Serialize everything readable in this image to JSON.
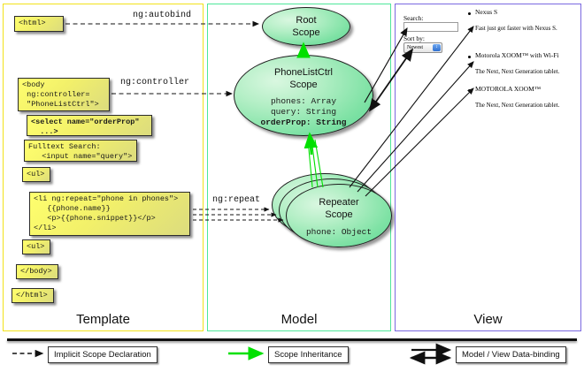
{
  "columns": {
    "template": {
      "title": "Template",
      "border_color": "#f2e21a"
    },
    "model": {
      "title": "Model",
      "border_color": "#4ee79a"
    },
    "view": {
      "title": "View",
      "border_color": "#7a68e0"
    }
  },
  "template": {
    "boxes": [
      {
        "name": "html-open-tag",
        "text": "<html>"
      },
      {
        "name": "body-controller",
        "text": "<body\n ng:controller=\n \"PhoneListCtrl\">"
      },
      {
        "name": "select-orderprop",
        "text": "<select name=\"orderProp\"\n  ...>"
      },
      {
        "name": "fulltext-search",
        "text": "Fulltext Search:\n   <input name=\"query\">"
      },
      {
        "name": "ul-open-tag",
        "text": "<ul>"
      },
      {
        "name": "li-ng-repeat",
        "text": "<li ng:repeat=\"phone in phones\">\n   {{phone.name}}\n   <p>{{phone.snippet}}</p>\n</li>"
      },
      {
        "name": "ul-close-tag",
        "text": "<ul>"
      },
      {
        "name": "body-close-tag",
        "text": "</body>"
      },
      {
        "name": "html-close-tag",
        "text": "</html>"
      }
    ]
  },
  "link_labels": {
    "autobind": "ng:autobind",
    "controller": "ng:controller",
    "repeat": "ng:repeat"
  },
  "model": {
    "root_scope": {
      "title_line1": "Root",
      "title_line2": "Scope",
      "props": ""
    },
    "ctrl_scope": {
      "title_line1": "PhoneListCtrl",
      "title_line2": "Scope",
      "prop_phones": "phones: Array",
      "prop_query": "query: String",
      "prop_orderprop": "orderProp: String"
    },
    "repeater_scope": {
      "title_line1": "Repeater",
      "title_line2": "Scope",
      "prop_phone": "phone: Object"
    }
  },
  "view": {
    "search_label": "Search:",
    "search_value": "",
    "search_placeholder": "",
    "sort_label": "Sort by:",
    "sort_selected": "Newest",
    "sort_options": [
      "Newest"
    ],
    "phones": [
      {
        "name": "Nexus S",
        "snippet": "Fast just got faster with Nexus S."
      },
      {
        "name": "Motorola XOOM™ with Wi-Fi",
        "snippet": "The Next, Next Generation tablet."
      },
      {
        "name": "MOTOROLA XOOM™",
        "snippet": "The Next, Next Generation tablet."
      }
    ]
  },
  "legend": [
    {
      "name": "implicit-scope-declaration",
      "label": "Implicit Scope Declaration",
      "style": "dashed-arrow",
      "color": "#111111"
    },
    {
      "name": "scope-inheritance",
      "label": "Scope Inheritance",
      "style": "solid-arrow",
      "color": "#00e000"
    },
    {
      "name": "model-view-data-binding",
      "label": "Model / View Data-binding",
      "style": "double-arrow",
      "color": "#111111"
    }
  ]
}
